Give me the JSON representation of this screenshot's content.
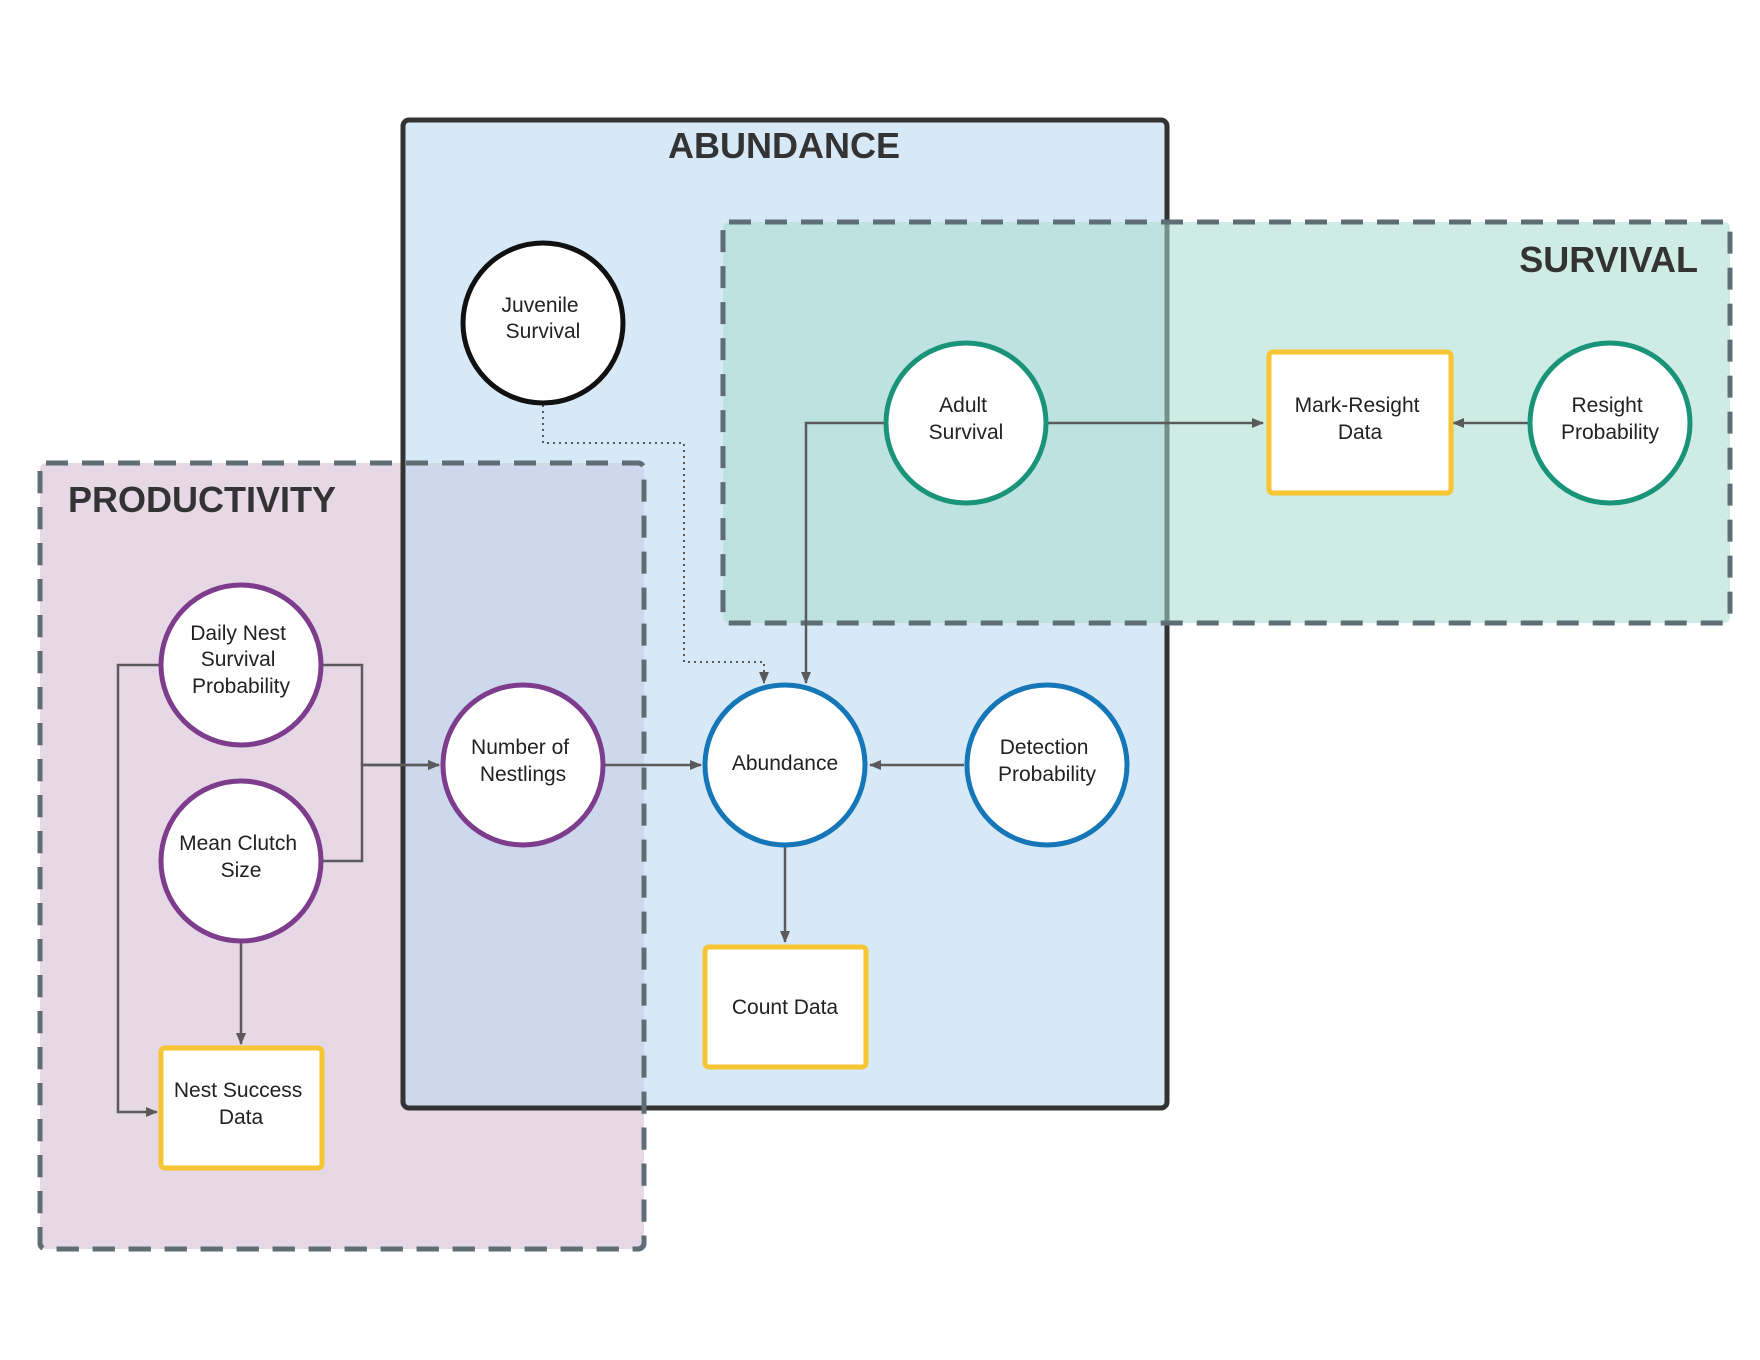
{
  "groups": {
    "abundance": {
      "title": "ABUNDANCE",
      "fill": "#d5e8f6",
      "stroke": "#333333"
    },
    "survival": {
      "title": "SURVIVAL",
      "fill": "#b6e0d6",
      "stroke": "#5f6e74"
    },
    "productivity": {
      "title": "PRODUCTIVITY",
      "fill": "#e6d8e5",
      "stroke": "#333333"
    }
  },
  "nodes": {
    "juvenile_survival": {
      "lines": [
        "Juvenile",
        "Survival"
      ],
      "color": "#111111"
    },
    "adult_survival": {
      "lines": [
        "Adult",
        "Survival"
      ],
      "color": "#1a9479"
    },
    "resight_probability": {
      "lines": [
        "Resight",
        "Probability"
      ],
      "color": "#1a9479"
    },
    "mark_resight_data": {
      "lines": [
        "Mark-Resight",
        "Data"
      ],
      "color": "#f7c531"
    },
    "daily_nest_survival": {
      "lines": [
        "Daily Nest",
        "Survival",
        "Probability"
      ],
      "color": "#7d3d8c"
    },
    "mean_clutch_size": {
      "lines": [
        "Mean Clutch",
        "Size"
      ],
      "color": "#7d3d8c"
    },
    "nest_success_data": {
      "lines": [
        "Nest Success",
        "Data"
      ],
      "color": "#f7c531"
    },
    "number_of_nestlings": {
      "lines": [
        "Number of",
        "Nestlings"
      ],
      "color": "#7d3d8c"
    },
    "abundance": {
      "lines": [
        "Abundance"
      ],
      "color": "#1576b8"
    },
    "detection_probability": {
      "lines": [
        "Detection",
        "Probability"
      ],
      "color": "#1576b8"
    },
    "count_data": {
      "lines": [
        "Count Data"
      ],
      "color": "#f7c531"
    }
  },
  "colors": {
    "arrow": "#5a5a5a",
    "node_fill": "#ffffff"
  }
}
